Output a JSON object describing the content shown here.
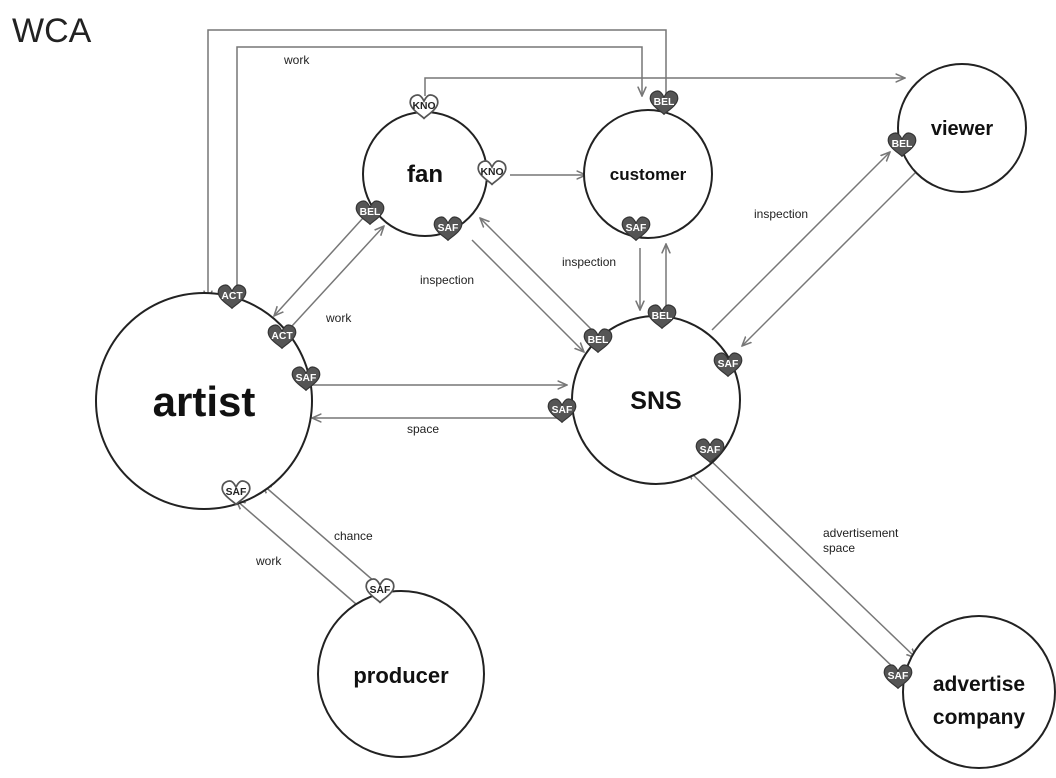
{
  "title": "WCA",
  "nodes": {
    "artist": "artist",
    "fan": "fan",
    "customer": "customer",
    "viewer": "viewer",
    "sns": "SNS",
    "producer": "producer",
    "advertise_line1": "advertise",
    "advertise_line2": "company"
  },
  "edge_labels": {
    "work_top": "work",
    "work_fan": "work",
    "inspection_fan": "inspection",
    "inspection_customer": "inspection",
    "inspection_viewer": "inspection",
    "space": "space",
    "chance": "chance",
    "work_producer": "work",
    "advertisement_line1": "advertisement",
    "advertisement_line2": "space"
  },
  "badges": {
    "kno": "KNO",
    "bel": "BEL",
    "saf": "SAF",
    "act": "ACT"
  }
}
